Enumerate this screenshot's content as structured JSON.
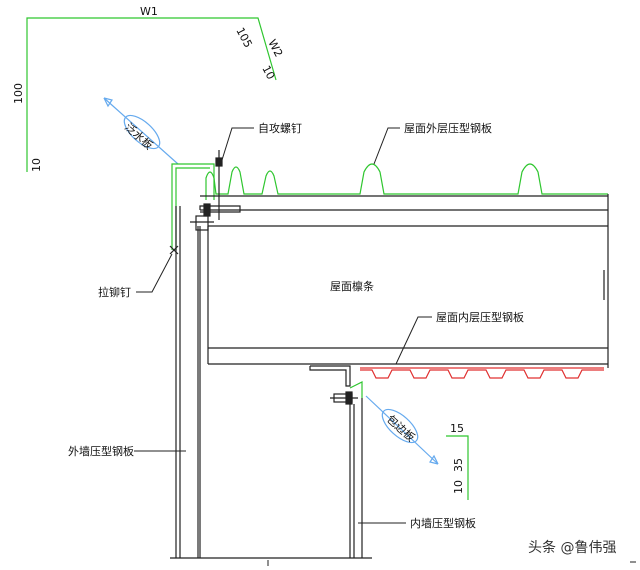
{
  "labels": {
    "flashing": "泛水板",
    "self_tapping_screw": "自攻螺钉",
    "roof_outer_panel": "屋面外层压型钢板",
    "pop_rivet": "拉铆钉",
    "roof_purlin": "屋面檩条",
    "roof_inner_panel": "屋面内层压型钢板",
    "wall_outer_panel": "外墙压型钢板",
    "covering_flashing": "包边板",
    "wall_inner_panel": "内墙压型钢板"
  },
  "dimensions": {
    "w1": "W1",
    "w2": "W2",
    "d105": "105",
    "d10_top": "10",
    "d100": "100",
    "d10_left": "10",
    "d15": "15",
    "d35": "35",
    "d10_bottom": "10"
  },
  "watermark": "头条 @鲁伟强",
  "colors": {
    "structure": "#222222",
    "outer_panel": "#2fc62f",
    "inner_panel": "#e03030",
    "flashing_arrow": "#66aaee"
  }
}
